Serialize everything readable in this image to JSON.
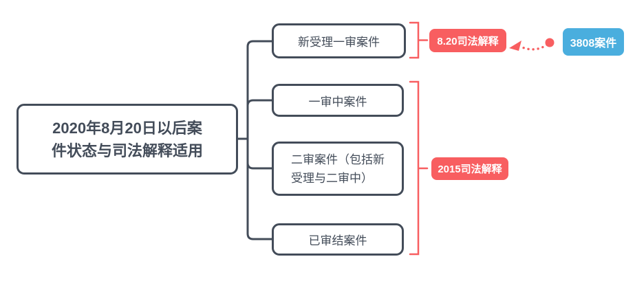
{
  "diagram": {
    "type": "mindmap",
    "background": "#ffffff"
  },
  "colors": {
    "node_border": "#434c59",
    "node_text": "#434c59",
    "accent_red": "#f85e60",
    "accent_blue": "#4aaede",
    "callout_text": "#ffffff"
  },
  "root": {
    "label": "2020年8月20日以后案件状态与司法解释适用",
    "lines": [
      "2020年8月20日以后案",
      "件状态与司法解释适用"
    ]
  },
  "children": [
    {
      "label": "新受理一审案件"
    },
    {
      "label": "一审中案件"
    },
    {
      "label": "二审案件（包括新受理与二审中）",
      "lines": [
        "二审案件（包括新",
        "受理与二审中）"
      ]
    },
    {
      "label": "已审结案件"
    }
  ],
  "callouts": {
    "rule_820": {
      "label": "8.20司法解释"
    },
    "rule_2015": {
      "label": "2015司法解释"
    },
    "case_count": {
      "label": "3808案件"
    }
  }
}
